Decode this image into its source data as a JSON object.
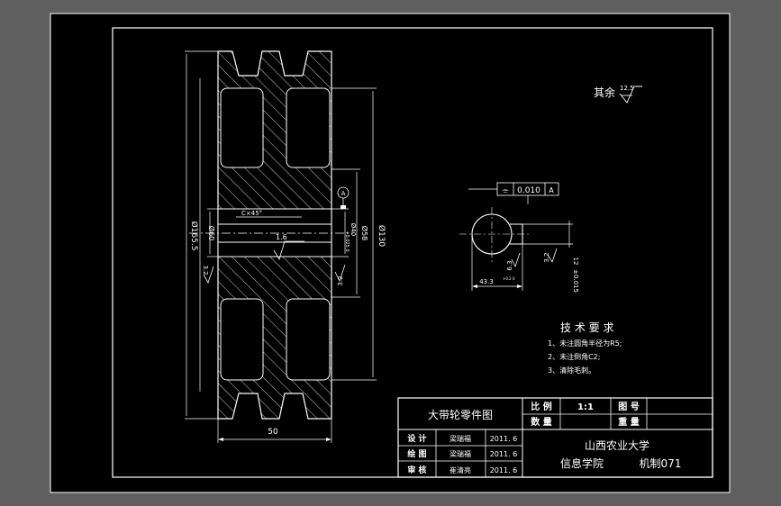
{
  "title_block": {
    "part_name": "大带轮零件图",
    "scale_label": "比 例",
    "scale_value": "1:1",
    "drawing_no_label": "图 号",
    "quantity_label": "数 量",
    "weight_label": "重 量",
    "rows": [
      {
        "role": "设 计",
        "name": "梁瑞福",
        "date": "2011. 6"
      },
      {
        "role": "绘 图",
        "name": "梁瑞福",
        "date": "2011. 6"
      },
      {
        "role": "审 核",
        "name": "崔清亮",
        "date": "2011. 6"
      }
    ],
    "school": "山西农业大学",
    "college": "信息学院",
    "class": "机制071"
  },
  "tech_requirements": {
    "heading": "技 术 要 求",
    "items": [
      "1、未注圆角半径为R5;",
      "2、未注倒角C2;",
      "3、清除毛刺。"
    ]
  },
  "roughness_note": {
    "prefix": "其余",
    "value": "12.5"
  },
  "section_view": {
    "dia_outer": "Ø165.5",
    "dia_60": "Ø60",
    "dia_130": "Ø130",
    "dia_58": "Ø58",
    "dia_bore": "Ø40",
    "bore_tol": "+0.025 0",
    "chamfer": "C×45°",
    "roughness_bore": "1.6",
    "roughness_left": "3.2",
    "roughness_right": "3.2",
    "datum": "A",
    "width": "50"
  },
  "key_view": {
    "tolerance_frame": [
      "⌯",
      "0.010",
      "A"
    ],
    "dim_433": "43.3",
    "dim_433_tol": "+0.2 0",
    "roughness_63": "6.3",
    "roughness_32": "3.2",
    "keyway_width": "12",
    "keyway_tol": "±0.015"
  },
  "colors": {
    "background": "#5f5f5f",
    "sheet": "#000000",
    "lines": "#ffffff"
  }
}
